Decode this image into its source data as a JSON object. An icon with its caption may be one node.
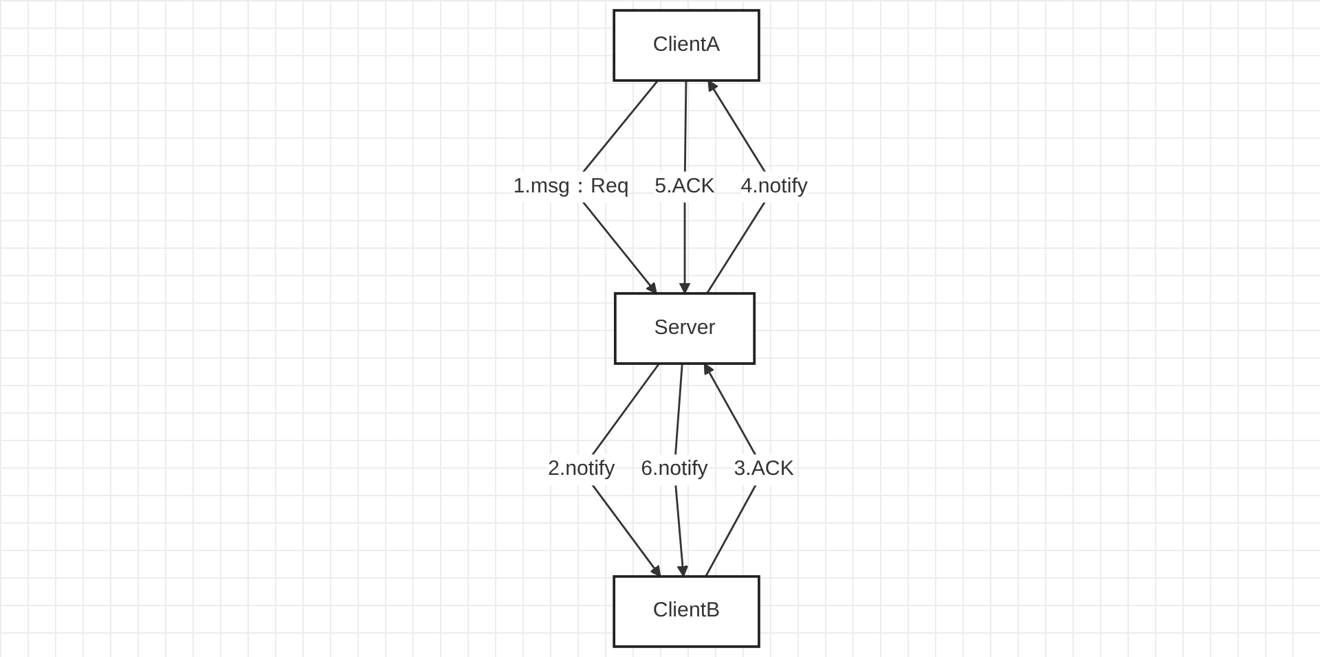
{
  "diagram": {
    "nodes": [
      {
        "text": [
          "ClientA"
        ]
      },
      {
        "text": [
          "ClientB"
        ]
      },
      {
        "text": [
          "Server"
        ]
      }
    ],
    "edges": [
      {
        "from": 0,
        "to": 2,
        "arrow": "to",
        "label": "1.msg：Req"
      },
      {
        "from": 2,
        "to": 1,
        "arrow": "to",
        "label": "2.notify"
      },
      {
        "from": 1,
        "to": 2,
        "arrow": "to",
        "label": "3.ACK"
      },
      {
        "from": 2,
        "to": 0,
        "arrow": "to",
        "label": "4.notify"
      },
      {
        "from": 0,
        "to": 2,
        "arrow": "to",
        "label": "5.ACK"
      },
      {
        "from": 2,
        "to": 1,
        "arrow": "to",
        "label": "6.notify"
      }
    ]
  }
}
